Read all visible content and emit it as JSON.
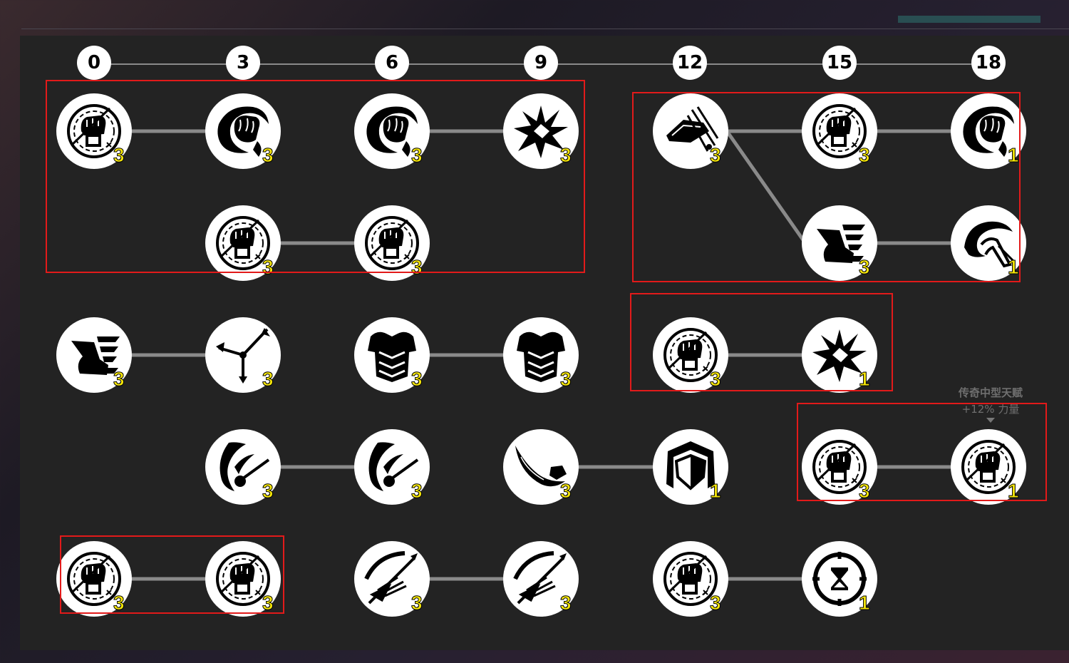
{
  "tiers": [
    "0",
    "3",
    "6",
    "9",
    "12",
    "15",
    "18"
  ],
  "nodes": [
    {
      "id": "n1",
      "icon": "fist-target-icon",
      "rank": "3"
    },
    {
      "id": "n2",
      "icon": "fist-swirl-icon",
      "rank": "3"
    },
    {
      "id": "n3",
      "icon": "fist-swirl-icon",
      "rank": "3"
    },
    {
      "id": "n4",
      "icon": "explosion-icon",
      "rank": "3"
    },
    {
      "id": "n5",
      "icon": "fist-target-icon",
      "rank": "3"
    },
    {
      "id": "n6",
      "icon": "fist-target-icon",
      "rank": "3"
    },
    {
      "id": "n7",
      "icon": "fist-smash-icon",
      "rank": "3"
    },
    {
      "id": "n8",
      "icon": "fist-target-icon",
      "rank": "3"
    },
    {
      "id": "n9",
      "icon": "fist-swirl-icon",
      "rank": "1"
    },
    {
      "id": "n10",
      "icon": "winged-boot-icon",
      "rank": "3"
    },
    {
      "id": "n11",
      "icon": "swirl-strike-icon",
      "rank": "1"
    },
    {
      "id": "n12",
      "icon": "winged-boot-icon",
      "rank": "3"
    },
    {
      "id": "n13",
      "icon": "triple-arrow-icon",
      "rank": "3"
    },
    {
      "id": "n14",
      "icon": "armor-icon",
      "rank": "3"
    },
    {
      "id": "n15",
      "icon": "armor-icon",
      "rank": "3"
    },
    {
      "id": "n16",
      "icon": "fist-target-icon",
      "rank": "3"
    },
    {
      "id": "n17",
      "icon": "explosion-icon",
      "rank": "1"
    },
    {
      "id": "n18",
      "icon": "hammer-slash-icon",
      "rank": "3"
    },
    {
      "id": "n19",
      "icon": "hammer-slash-icon",
      "rank": "3"
    },
    {
      "id": "n20",
      "icon": "feather-fist-icon",
      "rank": "3"
    },
    {
      "id": "n21",
      "icon": "shield-icon",
      "rank": "1"
    },
    {
      "id": "n22",
      "icon": "fist-target-icon",
      "rank": "3"
    },
    {
      "id": "n23",
      "icon": "fist-target-icon",
      "rank": "1"
    },
    {
      "id": "n24",
      "icon": "fist-target-icon",
      "rank": "3"
    },
    {
      "id": "n25",
      "icon": "fist-target-icon",
      "rank": "3"
    },
    {
      "id": "n26",
      "icon": "bow-arrow-icon",
      "rank": "3"
    },
    {
      "id": "n27",
      "icon": "bow-arrow-icon",
      "rank": "3"
    },
    {
      "id": "n28",
      "icon": "fist-target-icon",
      "rank": "3"
    },
    {
      "id": "n29",
      "icon": "hourglass-icon",
      "rank": "1"
    }
  ],
  "tooltip": {
    "title": "传奇中型天赋",
    "desc": "+12% 力量"
  },
  "colors": {
    "highlight_box": "#e21a1a",
    "rank_text": "#f5e60a",
    "node_bg": "#ffffff",
    "panel_bg": "#232323"
  }
}
